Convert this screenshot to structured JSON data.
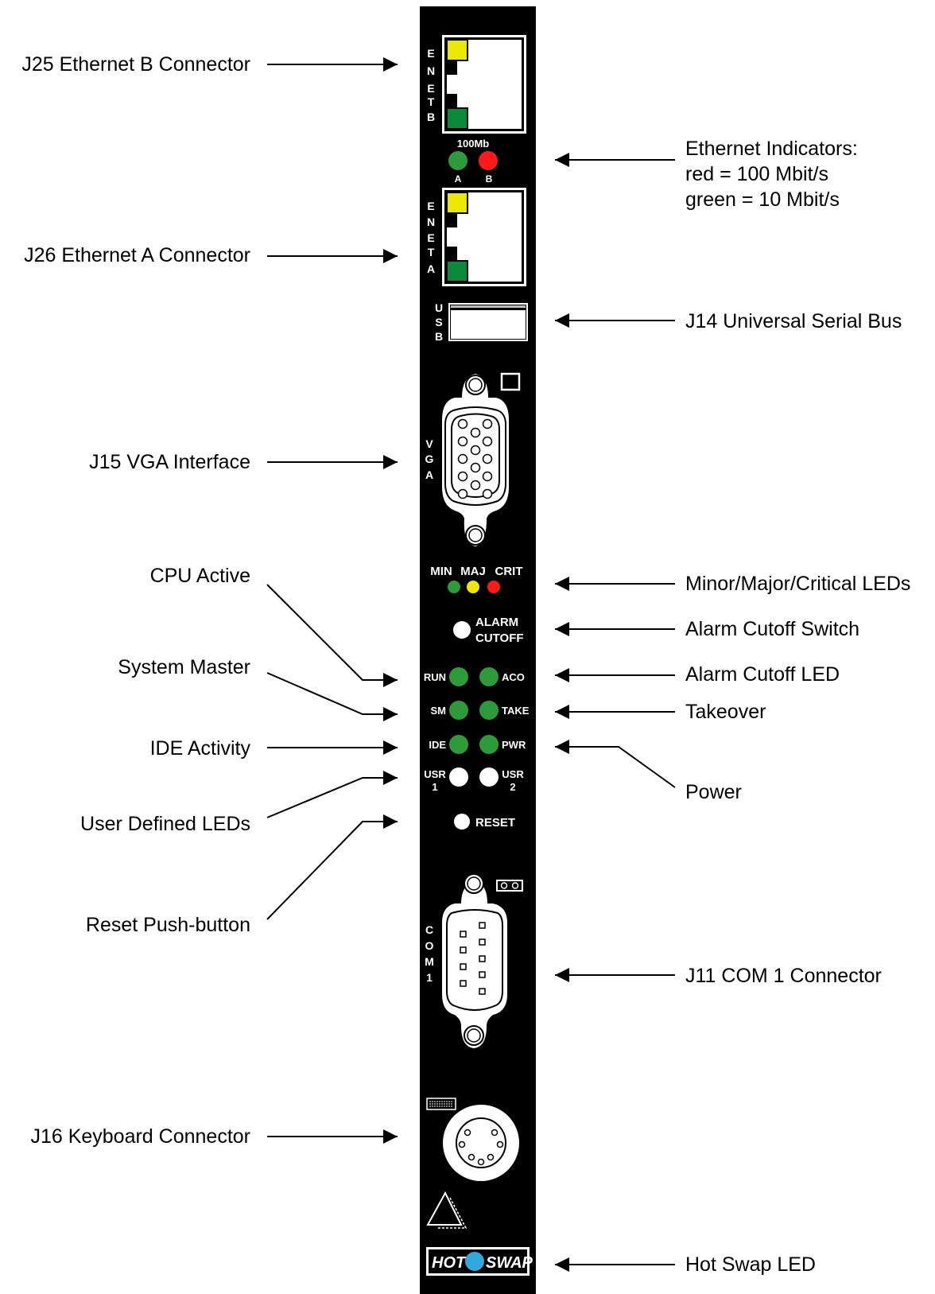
{
  "callouts_left": {
    "j25": "J25 Ethernet B Connector",
    "j26": "J26 Ethernet A Connector",
    "j15": "J15 VGA Interface",
    "cpu_active": "CPU Active",
    "system_master": "System Master",
    "ide_activity": "IDE Activity",
    "user_leds": "User Defined LEDs",
    "reset": "Reset Push-button",
    "j16": "J16 Keyboard Connector"
  },
  "callouts_right": {
    "eth_indicators": [
      "Ethernet Indicators:",
      "red = 100 Mbit/s",
      "green = 10 Mbit/s"
    ],
    "j14": "J14 Universal Serial Bus",
    "alarm_leds": "Minor/Major/Critical LEDs",
    "alarm_cutoff_switch": "Alarm Cutoff Switch",
    "alarm_cutoff_led": "Alarm Cutoff LED",
    "takeover": "Takeover",
    "power": "Power",
    "j11": "J11 COM 1 Connector",
    "hot_swap_led": "Hot Swap LED"
  },
  "panel": {
    "enet_b": "ENETB",
    "enet_a": "ENETA",
    "speed": "100Mb",
    "led_a": "A",
    "led_b": "B",
    "usb": "USB",
    "vga": "VGA",
    "min": "MIN",
    "maj": "MAJ",
    "crit": "CRIT",
    "alarm": "ALARM",
    "cutoff": "CUTOFF",
    "run": "RUN",
    "aco": "ACO",
    "sm": "SM",
    "take": "TAKE",
    "ide": "IDE",
    "pwr": "PWR",
    "usr": "USR",
    "usr1": "1",
    "usr2": "2",
    "reset": "RESET",
    "com1": "COM1",
    "hot": "HOT",
    "swap": "SWAP"
  },
  "colors": {
    "panel": "#000000",
    "led_green": "#2e9b3a",
    "led_red": "#ff1a1a",
    "led_yellow": "#f2e600",
    "rj45_yellow": "#e8e800",
    "rj45_green": "#0a8a3a",
    "hotswap_blue": "#33a8dc"
  }
}
